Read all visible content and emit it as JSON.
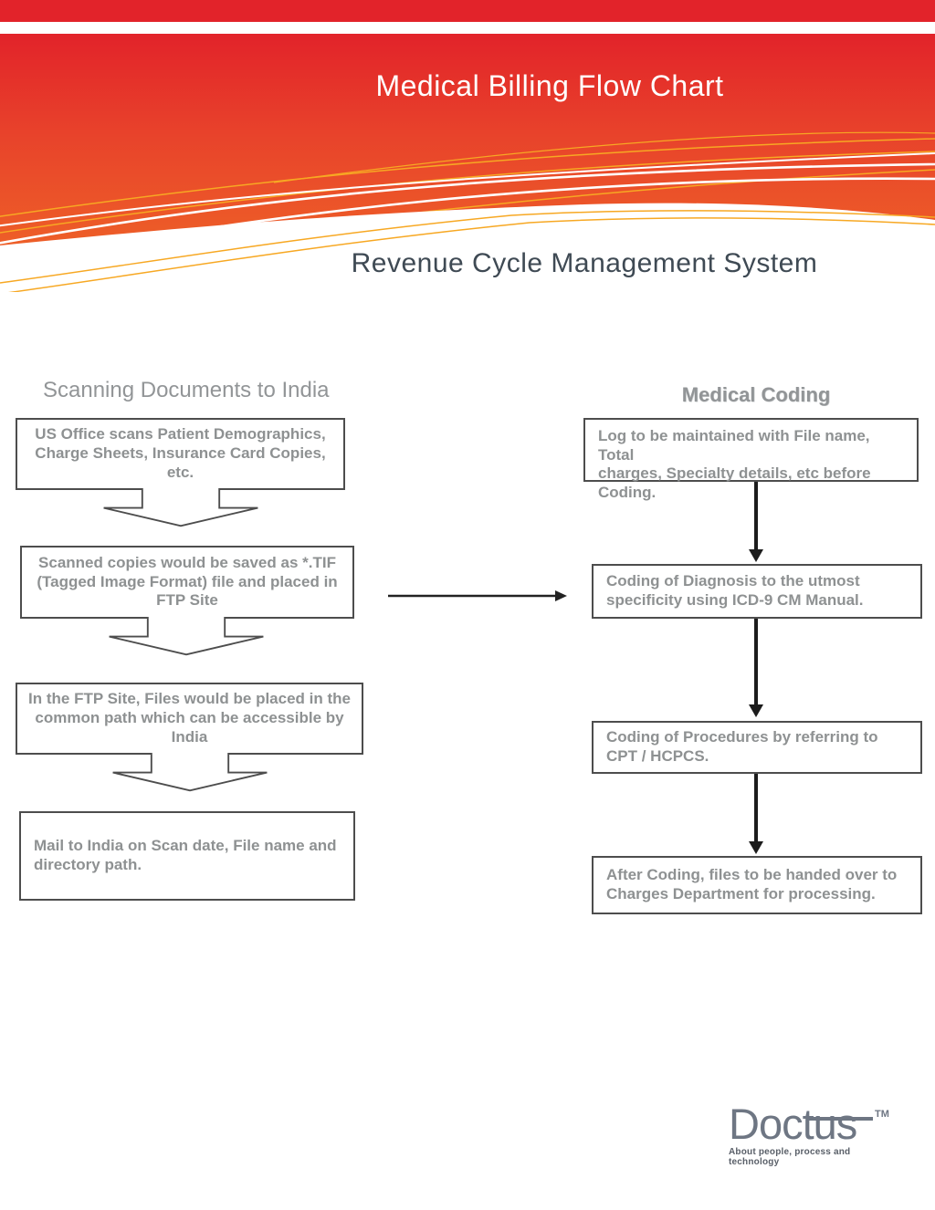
{
  "header": {
    "title": "Medical Billing Flow Chart",
    "subtitle": "Revenue Cycle Management System",
    "colors": {
      "band_red": "#e2232a",
      "band_orange": "#ee6227",
      "accent_line_orange": "#f7a823",
      "accent_line_white": "#ffffff"
    }
  },
  "left_column": {
    "heading": "Scanning Documents to India",
    "boxes": [
      {
        "lines": [
          "US Office scans Patient Demographics,",
          "Charge Sheets, Insurance Card Copies,",
          "etc."
        ]
      },
      {
        "lines": [
          "Scanned copies would be saved as *.TIF",
          "(Tagged Image Format)  file and placed in",
          "FTP Site"
        ]
      },
      {
        "lines": [
          "In the FTP Site, Files would be  placed in the",
          "common path which can be accessible by",
          "India"
        ]
      },
      {
        "lines": [
          "Mail to India on Scan date, File name and",
          "directory path."
        ]
      }
    ]
  },
  "right_column": {
    "heading": "Medical Coding",
    "boxes": [
      {
        "lines": [
          "Log to be maintained with File name, Total",
          "charges, Specialty details, etc before",
          "Coding."
        ]
      },
      {
        "lines": [
          "Coding of Diagnosis to the utmost",
          "specificity using ICD-9 CM Manual."
        ]
      },
      {
        "lines": [
          "Coding of Procedures by referring to",
          "CPT / HCPCS."
        ]
      },
      {
        "lines": [
          "After Coding, files to be  handed over to",
          "Charges Department for processing."
        ]
      }
    ]
  },
  "logo": {
    "name": "Doctus",
    "trademark": "TM",
    "tagline": "About people, process and technology",
    "color": "#6e7683"
  }
}
